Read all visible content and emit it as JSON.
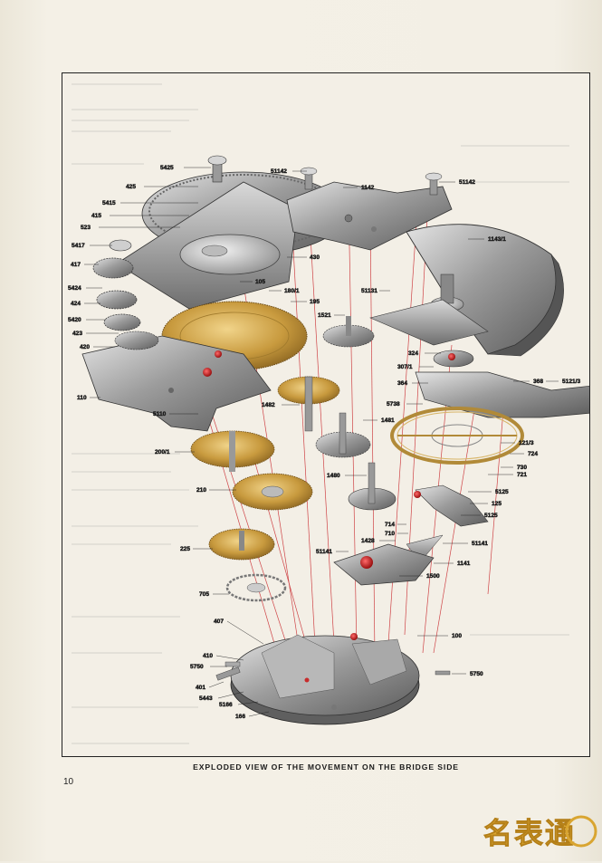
{
  "page": {
    "caption": "EXPLODED VIEW OF THE MOVEMENT ON THE BRIDGE SIDE",
    "page_number": "10"
  },
  "watermark": {
    "text": "名表通",
    "colors": {
      "gold": "#d9a531",
      "dark": "#b37e17"
    }
  },
  "callouts": [
    {
      "id": "5425",
      "label": "5425"
    },
    {
      "id": "425",
      "label": "425"
    },
    {
      "id": "5415",
      "label": "5415"
    },
    {
      "id": "415",
      "label": "415"
    },
    {
      "id": "523",
      "label": "523"
    },
    {
      "id": "5417",
      "label": "5417"
    },
    {
      "id": "417",
      "label": "417"
    },
    {
      "id": "5424",
      "label": "5424"
    },
    {
      "id": "424",
      "label": "424"
    },
    {
      "id": "5420",
      "label": "5420"
    },
    {
      "id": "423",
      "label": "423"
    },
    {
      "id": "420",
      "label": "420"
    },
    {
      "id": "110",
      "label": "110"
    },
    {
      "id": "5110",
      "label": "5110"
    },
    {
      "id": "200/1",
      "label": "200/1"
    },
    {
      "id": "210",
      "label": "210"
    },
    {
      "id": "225",
      "label": "225"
    },
    {
      "id": "705",
      "label": "705"
    },
    {
      "id": "407",
      "label": "407"
    },
    {
      "id": "410",
      "label": "410"
    },
    {
      "id": "5750L",
      "label": "5750"
    },
    {
      "id": "401",
      "label": "401"
    },
    {
      "id": "5443",
      "label": "5443"
    },
    {
      "id": "5166",
      "label": "5166"
    },
    {
      "id": "166",
      "label": "166"
    },
    {
      "id": "51142a",
      "label": "51142"
    },
    {
      "id": "1142",
      "label": "1142"
    },
    {
      "id": "51142b",
      "label": "51142"
    },
    {
      "id": "1143/1",
      "label": "1143/1"
    },
    {
      "id": "430",
      "label": "430"
    },
    {
      "id": "105",
      "label": "105"
    },
    {
      "id": "180/1",
      "label": "180/1"
    },
    {
      "id": "195",
      "label": "195"
    },
    {
      "id": "51131",
      "label": "51131"
    },
    {
      "id": "1521",
      "label": "1521"
    },
    {
      "id": "324",
      "label": "324"
    },
    {
      "id": "307/1",
      "label": "307/1"
    },
    {
      "id": "364",
      "label": "364"
    },
    {
      "id": "368",
      "label": "368"
    },
    {
      "id": "5121/3",
      "label": "5121/3"
    },
    {
      "id": "5738",
      "label": "5738"
    },
    {
      "id": "1482",
      "label": "1482"
    },
    {
      "id": "1481",
      "label": "1481"
    },
    {
      "id": "121/3",
      "label": "121/3"
    },
    {
      "id": "724",
      "label": "724"
    },
    {
      "id": "730",
      "label": "730"
    },
    {
      "id": "721",
      "label": "721"
    },
    {
      "id": "1480",
      "label": "1480"
    },
    {
      "id": "5125a",
      "label": "5125"
    },
    {
      "id": "125",
      "label": "125"
    },
    {
      "id": "5125b",
      "label": "5125"
    },
    {
      "id": "714",
      "label": "714"
    },
    {
      "id": "710",
      "label": "710"
    },
    {
      "id": "1428",
      "label": "1428"
    },
    {
      "id": "51141a",
      "label": "51141"
    },
    {
      "id": "51141b",
      "label": "51141"
    },
    {
      "id": "1141",
      "label": "1141"
    },
    {
      "id": "1500",
      "label": "1500"
    },
    {
      "id": "100",
      "label": "100"
    },
    {
      "id": "5750R",
      "label": "5750"
    }
  ]
}
